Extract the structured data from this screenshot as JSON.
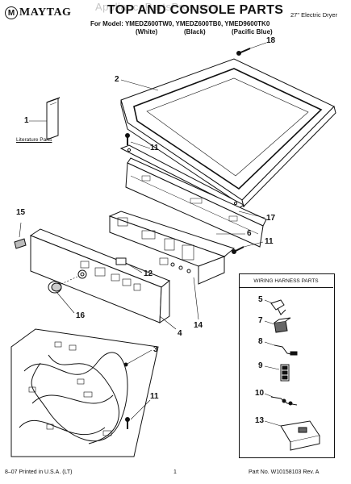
{
  "brand": {
    "name": "MAYTAG",
    "mark": "M"
  },
  "watermark": "AppliancePartsPros.com",
  "title": "TOP AND CONSOLE PARTS",
  "subtitle": "27\" Electric Dryer",
  "model_line": "For Model: YMEDZ600TW0, YMEDZ600TB0, YMED9600TK0",
  "colors": [
    "(White)",
    "(Black)",
    "(Pacific Blue)"
  ],
  "literature_label": "Literature Parts",
  "callouts": {
    "c1": "1",
    "c2": "2",
    "c3": "3",
    "c4": "4",
    "c6": "6",
    "c11a": "11",
    "c11b": "11",
    "c11c": "11",
    "c12": "12",
    "c14": "14",
    "c15": "15",
    "c16": "16",
    "c17": "17",
    "c18": "18"
  },
  "wiring_harness": {
    "title": "WIRING HARNESS PARTS",
    "items": [
      "5",
      "7",
      "8",
      "9",
      "10",
      "13"
    ]
  },
  "footer": {
    "left": "8–07 Printed in U.S.A. (LT)",
    "center": "1",
    "right": "Part No. W10158103 Rev. A"
  }
}
